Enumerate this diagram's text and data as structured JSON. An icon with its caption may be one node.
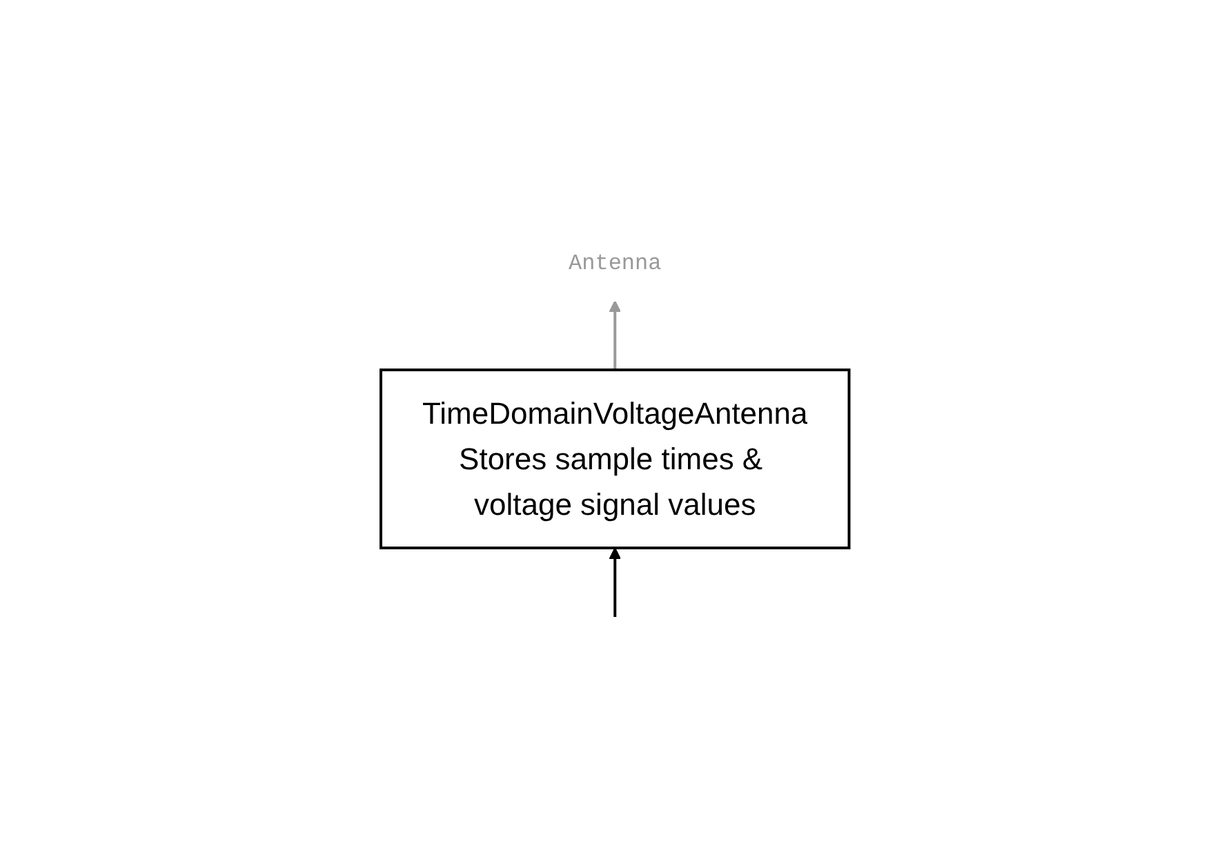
{
  "diagram": {
    "nodes": [
      {
        "text": [
          "TimeDomainVoltageAntenna",
          "Stores sample times & voltage signal values"
        ]
      },
      {
        "text": [
          "Antenna"
        ]
      }
    ],
    "edges": [
      {
        "from": null,
        "to": 0,
        "arrow": "to"
      },
      {
        "from": 0,
        "to": 1,
        "arrow": "to",
        "color": "#999999"
      }
    ]
  }
}
